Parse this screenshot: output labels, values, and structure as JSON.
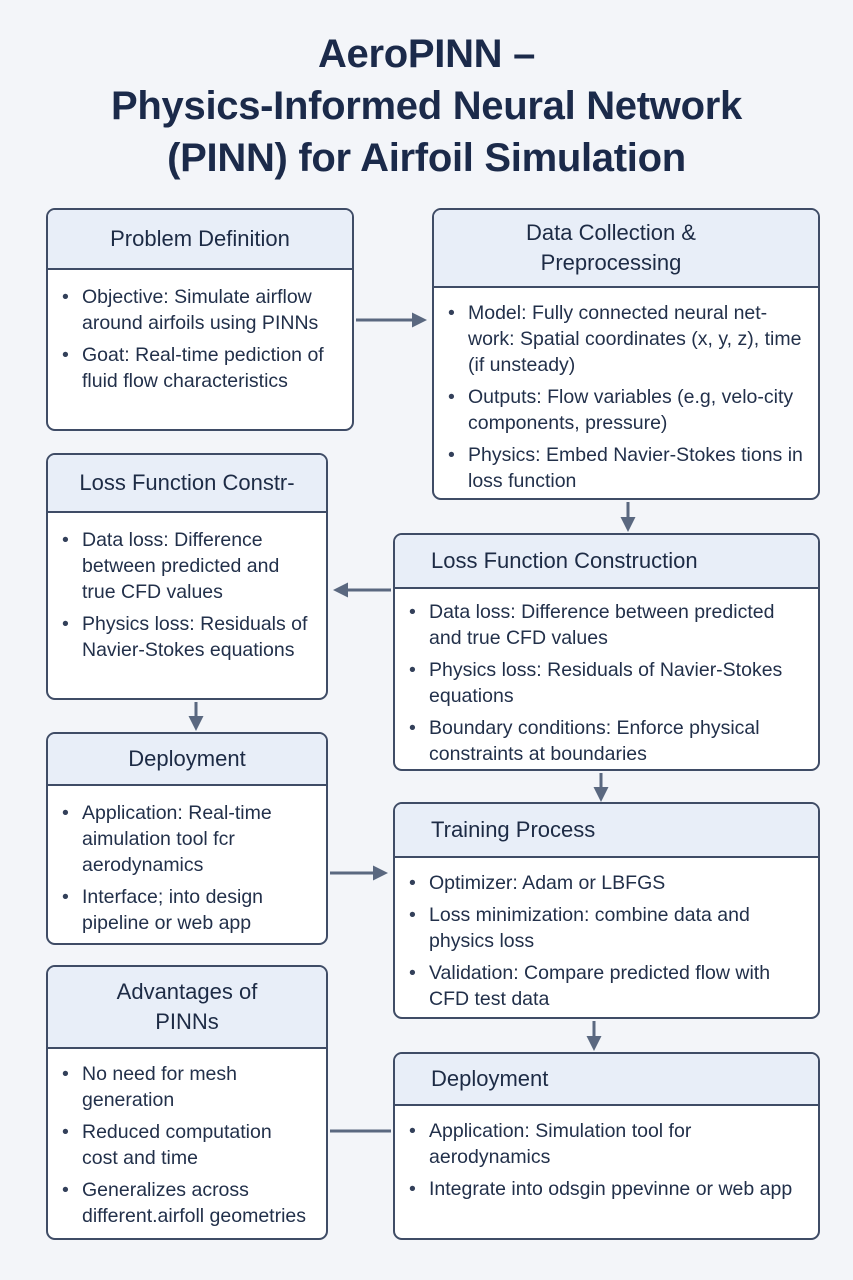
{
  "title": {
    "line1": "AeroPINN –",
    "line2": "Physics-Informed Neural Network",
    "line3": "(PINN) for Airfoil Simulation"
  },
  "colors": {
    "border": "#3f4c66",
    "header_fill": "#e8eef8",
    "arrow": "#5a6880",
    "background": "#f3f5f9"
  },
  "boxes": {
    "problem_definition": {
      "title_line1": "Problem Definition",
      "items": [
        "Objective: Simulate airflow around airfoils using PINNs",
        "Goat: Real-time pediction of fluid flow characteristics"
      ]
    },
    "data_collection": {
      "title_line1": "Data Collection &",
      "title_line2": "Preprocessing",
      "items": [
        "Model: Fully connected neural net-work: Spatial coordinates (x, y, z), time (if unsteady)",
        "Outputs: Flow variables (e.g, velo-city components, pressure)",
        "Physics: Embed Navier-Stokes tions in loss function"
      ]
    },
    "loss_function_left": {
      "title_line1": "Loss Function Constr-",
      "items": [
        "Data loss: Difference between predicted and true CFD values",
        "Physics loss: Residuals of Navier-Stokes equations"
      ]
    },
    "loss_function_right": {
      "title_line1": "Loss Function Construction",
      "items": [
        "Data loss: Difference between predicted and true CFD values",
        "Physics loss: Residuals of Navier-Stokes equations",
        "Boundary conditions: Enforce physical constraints at boundaries"
      ]
    },
    "deployment_left": {
      "title_line1": "Deployment",
      "items": [
        "Application: Real-time aimulation tool fcr aerodynamics",
        "Interface; into design pipeline or web app"
      ]
    },
    "training_process": {
      "title_line1": "Training Process",
      "items": [
        "Optimizer: Adam or LBFGS",
        "Loss minimization: combine data and physics loss",
        "Validation: Compare predicted flow with CFD test data"
      ]
    },
    "advantages": {
      "title_line1": "Advantages of",
      "title_line2": "PINNs",
      "items": [
        "No need for mesh generation",
        "Reduced computation cost and time",
        "Generalizes across different.airfoll geometries"
      ]
    },
    "deployment_right": {
      "title_line1": "Deployment",
      "items": [
        "Application: Simulation tool for aerodynamics",
        "Integrate into odsgin ppevinne or web app"
      ]
    }
  }
}
